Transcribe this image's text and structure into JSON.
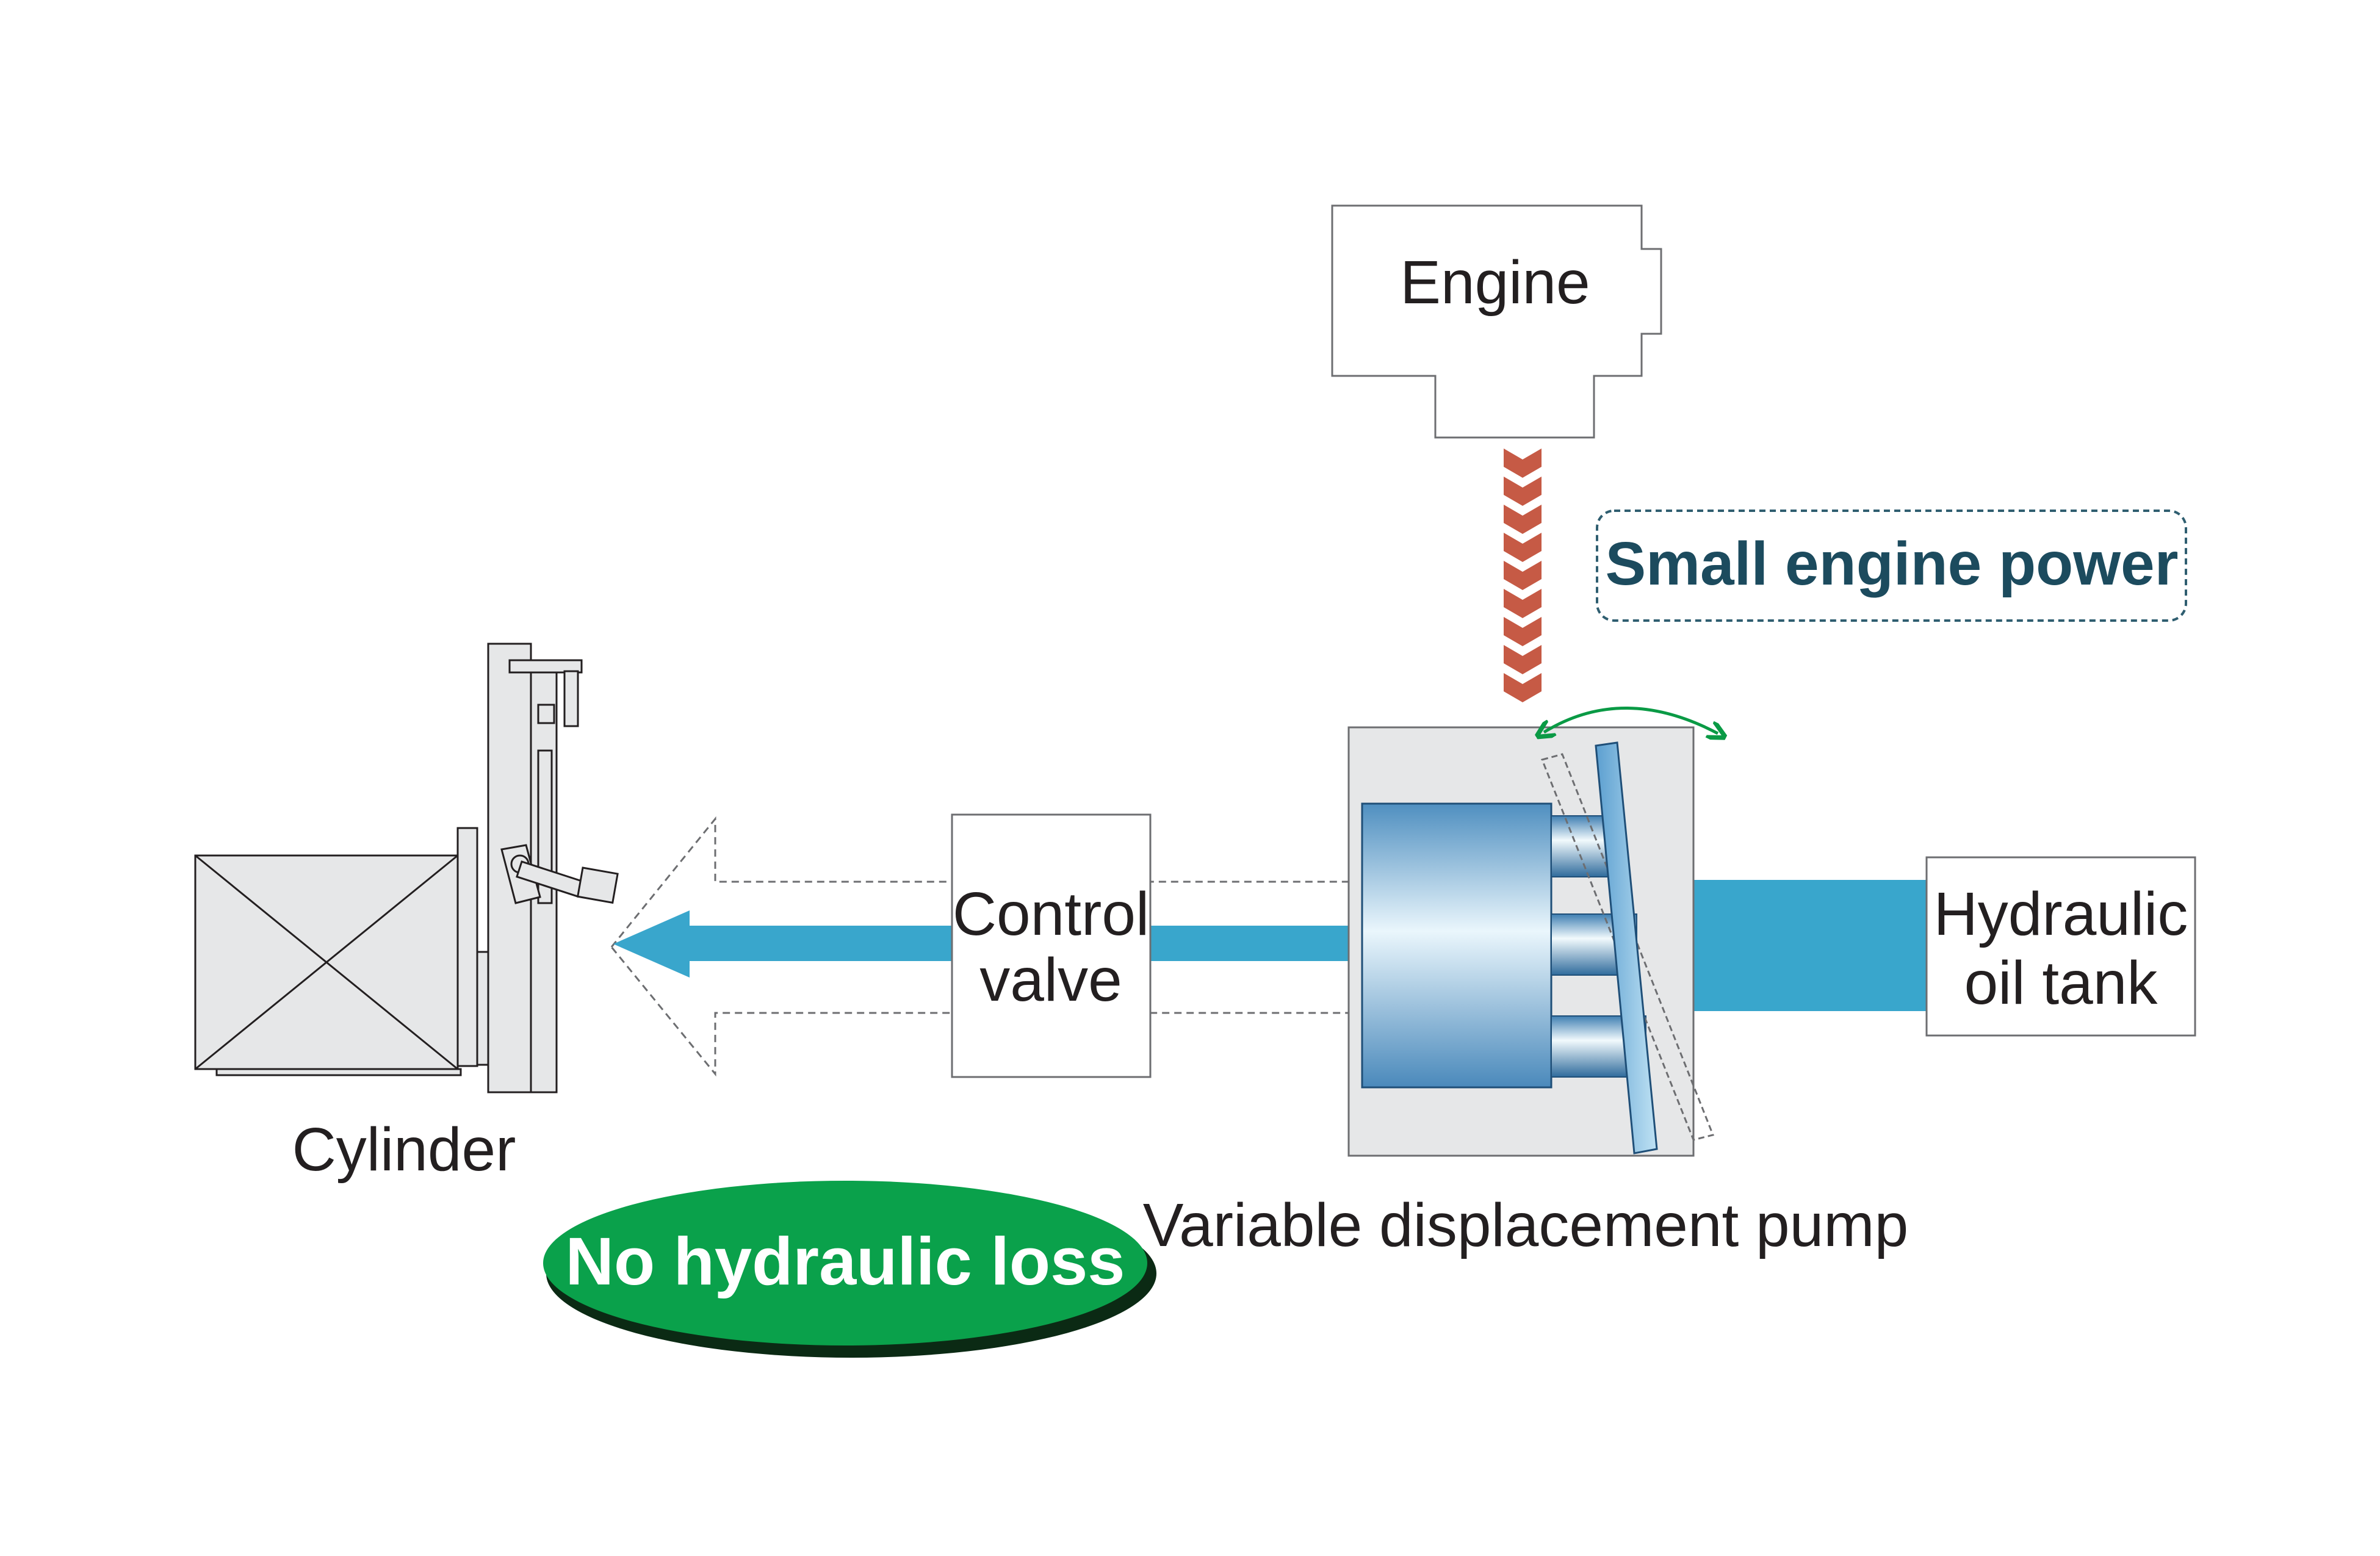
{
  "labels": {
    "engine": "Engine",
    "small_engine_power": "Small engine power",
    "control_valve_line1": "Control",
    "control_valve_line2": "valve",
    "hydraulic_tank_line1": "Hydraulic",
    "hydraulic_tank_line2": "oil tank",
    "cylinder": "Cylinder",
    "pump": "Variable displacement pump",
    "no_loss": "No hydraulic loss"
  },
  "colors": {
    "oil_flow": "#39a6cc",
    "power_chevrons": "#c65a45",
    "badge_green": "#0aa14b",
    "swash_arrow": "#0a9a45",
    "callout_text": "#1c4b5e",
    "callout_border": "#2f5e70",
    "pump_housing": "#e6e7e8",
    "cylinder_blue": "#4f94c6"
  },
  "icons": {
    "forklift": "forklift-mast-icon",
    "pump": "swash-plate-pump-icon"
  }
}
